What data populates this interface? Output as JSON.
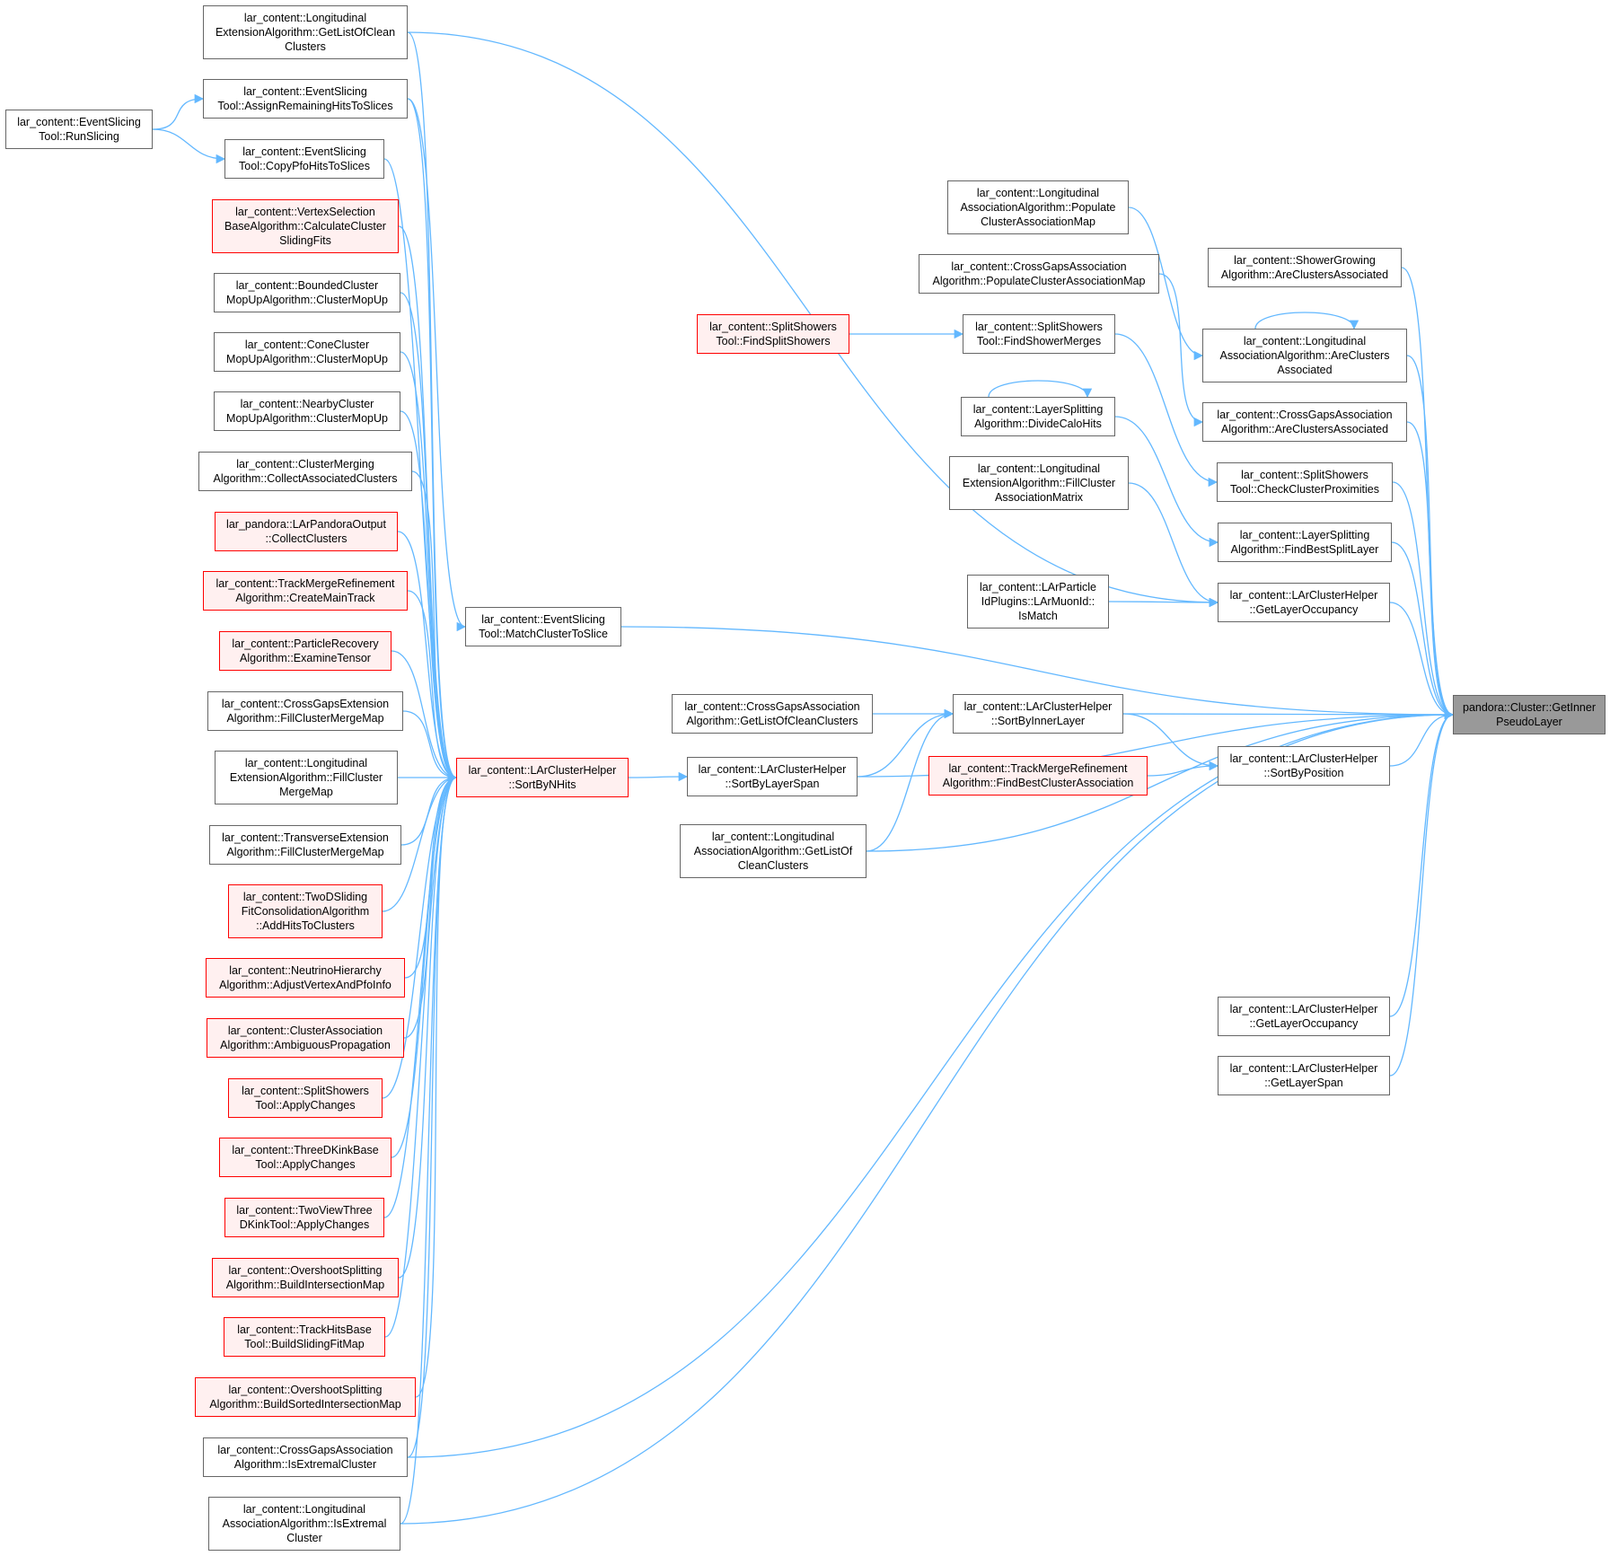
{
  "graph": {
    "edge_color": "#63b8ff",
    "node_border": "#666666",
    "highlight_border": "#ff0000",
    "highlight_fill": "#fff0f0",
    "target_fill": "#999999",
    "nodes": {
      "getinner": {
        "label": "pandora::Cluster::GetInner\nPseudoLayer",
        "style": "target"
      },
      "lehGetList": {
        "label": "lar_content::Longitudinal\nExtensionAlgorithm::GetListOfClean\nClusters",
        "style": "normal"
      },
      "esAssign": {
        "label": "lar_content::EventSlicing\nTool::AssignRemainingHitsToSlices",
        "style": "normal"
      },
      "esRun": {
        "label": "lar_content::EventSlicing\nTool::RunSlicing",
        "style": "normal"
      },
      "esCopy": {
        "label": "lar_content::EventSlicing\nTool::CopyPfoHitsToSlices",
        "style": "normal"
      },
      "vsCalc": {
        "label": "lar_content::VertexSelection\nBaseAlgorithm::CalculateCluster\nSlidingFits",
        "style": "red"
      },
      "bcMop": {
        "label": "lar_content::BoundedCluster\nMopUpAlgorithm::ClusterMopUp",
        "style": "normal"
      },
      "ccMop": {
        "label": "lar_content::ConeCluster\nMopUpAlgorithm::ClusterMopUp",
        "style": "normal"
      },
      "ncMop": {
        "label": "lar_content::NearbyCluster\nMopUpAlgorithm::ClusterMopUp",
        "style": "normal"
      },
      "cmCollect": {
        "label": "lar_content::ClusterMerging\nAlgorithm::CollectAssociatedClusters",
        "style": "normal"
      },
      "lpoCollect": {
        "label": "lar_pandora::LArPandoraOutput\n::CollectClusters",
        "style": "red"
      },
      "tmrCreate": {
        "label": "lar_content::TrackMergeRefinement\nAlgorithm::CreateMainTrack",
        "style": "red"
      },
      "prExamine": {
        "label": "lar_content::ParticleRecovery\nAlgorithm::ExamineTensor",
        "style": "red"
      },
      "cgeFill": {
        "label": "lar_content::CrossGapsExtension\nAlgorithm::FillClusterMergeMap",
        "style": "normal"
      },
      "leFill": {
        "label": "lar_content::Longitudinal\nExtensionAlgorithm::FillCluster\nMergeMap",
        "style": "normal"
      },
      "teFill": {
        "label": "lar_content::TransverseExtension\nAlgorithm::FillClusterMergeMap",
        "style": "normal"
      },
      "tdsAdd": {
        "label": "lar_content::TwoDSliding\nFitConsolidationAlgorithm\n::AddHitsToClusters",
        "style": "red"
      },
      "nhAdjust": {
        "label": "lar_content::NeutrinoHierarchy\nAlgorithm::AdjustVertexAndPfoInfo",
        "style": "red"
      },
      "caAmb": {
        "label": "lar_content::ClusterAssociation\nAlgorithm::AmbiguousPropagation",
        "style": "red"
      },
      "sstApply": {
        "label": "lar_content::SplitShowers\nTool::ApplyChanges",
        "style": "red"
      },
      "tdkApply": {
        "label": "lar_content::ThreeDKinkBase\nTool::ApplyChanges",
        "style": "red"
      },
      "tvtApply": {
        "label": "lar_content::TwoViewThree\nDKinkTool::ApplyChanges",
        "style": "red"
      },
      "osBuild": {
        "label": "lar_content::OvershootSplitting\nAlgorithm::BuildIntersectionMap",
        "style": "red"
      },
      "thbBuild": {
        "label": "lar_content::TrackHitsBase\nTool::BuildSlidingFitMap",
        "style": "red"
      },
      "osBuildSorted": {
        "label": "lar_content::OvershootSplitting\nAlgorithm::BuildSortedIntersectionMap",
        "style": "red"
      },
      "cgaExt": {
        "label": "lar_content::CrossGapsAssociation\nAlgorithm::IsExtremalCluster",
        "style": "normal"
      },
      "laExt": {
        "label": "lar_content::Longitudinal\nAssociationAlgorithm::IsExtremal\nCluster",
        "style": "normal"
      },
      "esMatch": {
        "label": "lar_content::EventSlicing\nTool::MatchClusterToSlice",
        "style": "normal"
      },
      "sortByNHits": {
        "label": "lar_content::LArClusterHelper\n::SortByNHits",
        "style": "red"
      },
      "cgaGetList": {
        "label": "lar_content::CrossGapsAssociation\nAlgorithm::GetListOfCleanClusters",
        "style": "normal"
      },
      "sortByLayerSpan": {
        "label": "lar_content::LArClusterHelper\n::SortByLayerSpan",
        "style": "normal"
      },
      "laGetList": {
        "label": "lar_content::Longitudinal\nAssociationAlgorithm::GetListOf\nCleanClusters",
        "style": "normal"
      },
      "ssFind": {
        "label": "lar_content::SplitShowers\nTool::FindSplitShowers",
        "style": "red"
      },
      "laPopulate": {
        "label": "lar_content::Longitudinal\nAssociationAlgorithm::Populate\nClusterAssociationMap",
        "style": "normal"
      },
      "cgaPopulate": {
        "label": "lar_content::CrossGapsAssociation\nAlgorithm::PopulateClusterAssociationMap",
        "style": "normal"
      },
      "sstMerges": {
        "label": "lar_content::SplitShowers\nTool::FindShowerMerges",
        "style": "normal"
      },
      "lsDivide": {
        "label": "lar_content::LayerSplitting\nAlgorithm::DivideCaloHits",
        "style": "normal"
      },
      "leFillAssoc": {
        "label": "lar_content::Longitudinal\nExtensionAlgorithm::FillCluster\nAssociationMatrix",
        "style": "normal"
      },
      "lpMuon": {
        "label": "lar_content::LArParticle\nIdPlugins::LArMuonId::\nIsMatch",
        "style": "normal"
      },
      "sortByInner": {
        "label": "lar_content::LArClusterHelper\n::SortByInnerLayer",
        "style": "normal"
      },
      "tmrFind": {
        "label": "lar_content::TrackMergeRefinement\nAlgorithm::FindBestClusterAssociation",
        "style": "red"
      },
      "sgAre": {
        "label": "lar_content::ShowerGrowing\nAlgorithm::AreClustersAssociated",
        "style": "normal"
      },
      "laAre": {
        "label": "lar_content::Longitudinal\nAssociationAlgorithm::AreClusters\nAssociated",
        "style": "normal"
      },
      "cgaAre": {
        "label": "lar_content::CrossGapsAssociation\nAlgorithm::AreClustersAssociated",
        "style": "normal"
      },
      "sstCheck": {
        "label": "lar_content::SplitShowers\nTool::CheckClusterProximities",
        "style": "normal"
      },
      "lsFind": {
        "label": "lar_content::LayerSplitting\nAlgorithm::FindBestSplitLayer",
        "style": "normal"
      },
      "getLayerOcc1": {
        "label": "lar_content::LArClusterHelper\n::GetLayerOccupancy",
        "style": "normal"
      },
      "sortByPos": {
        "label": "lar_content::LArClusterHelper\n::SortByPosition",
        "style": "normal"
      },
      "getLayerOcc2": {
        "label": "lar_content::LArClusterHelper\n::GetLayerOccupancy",
        "style": "normal"
      },
      "getLayerSpan": {
        "label": "lar_content::LArClusterHelper\n::GetLayerSpan",
        "style": "normal"
      }
    }
  }
}
